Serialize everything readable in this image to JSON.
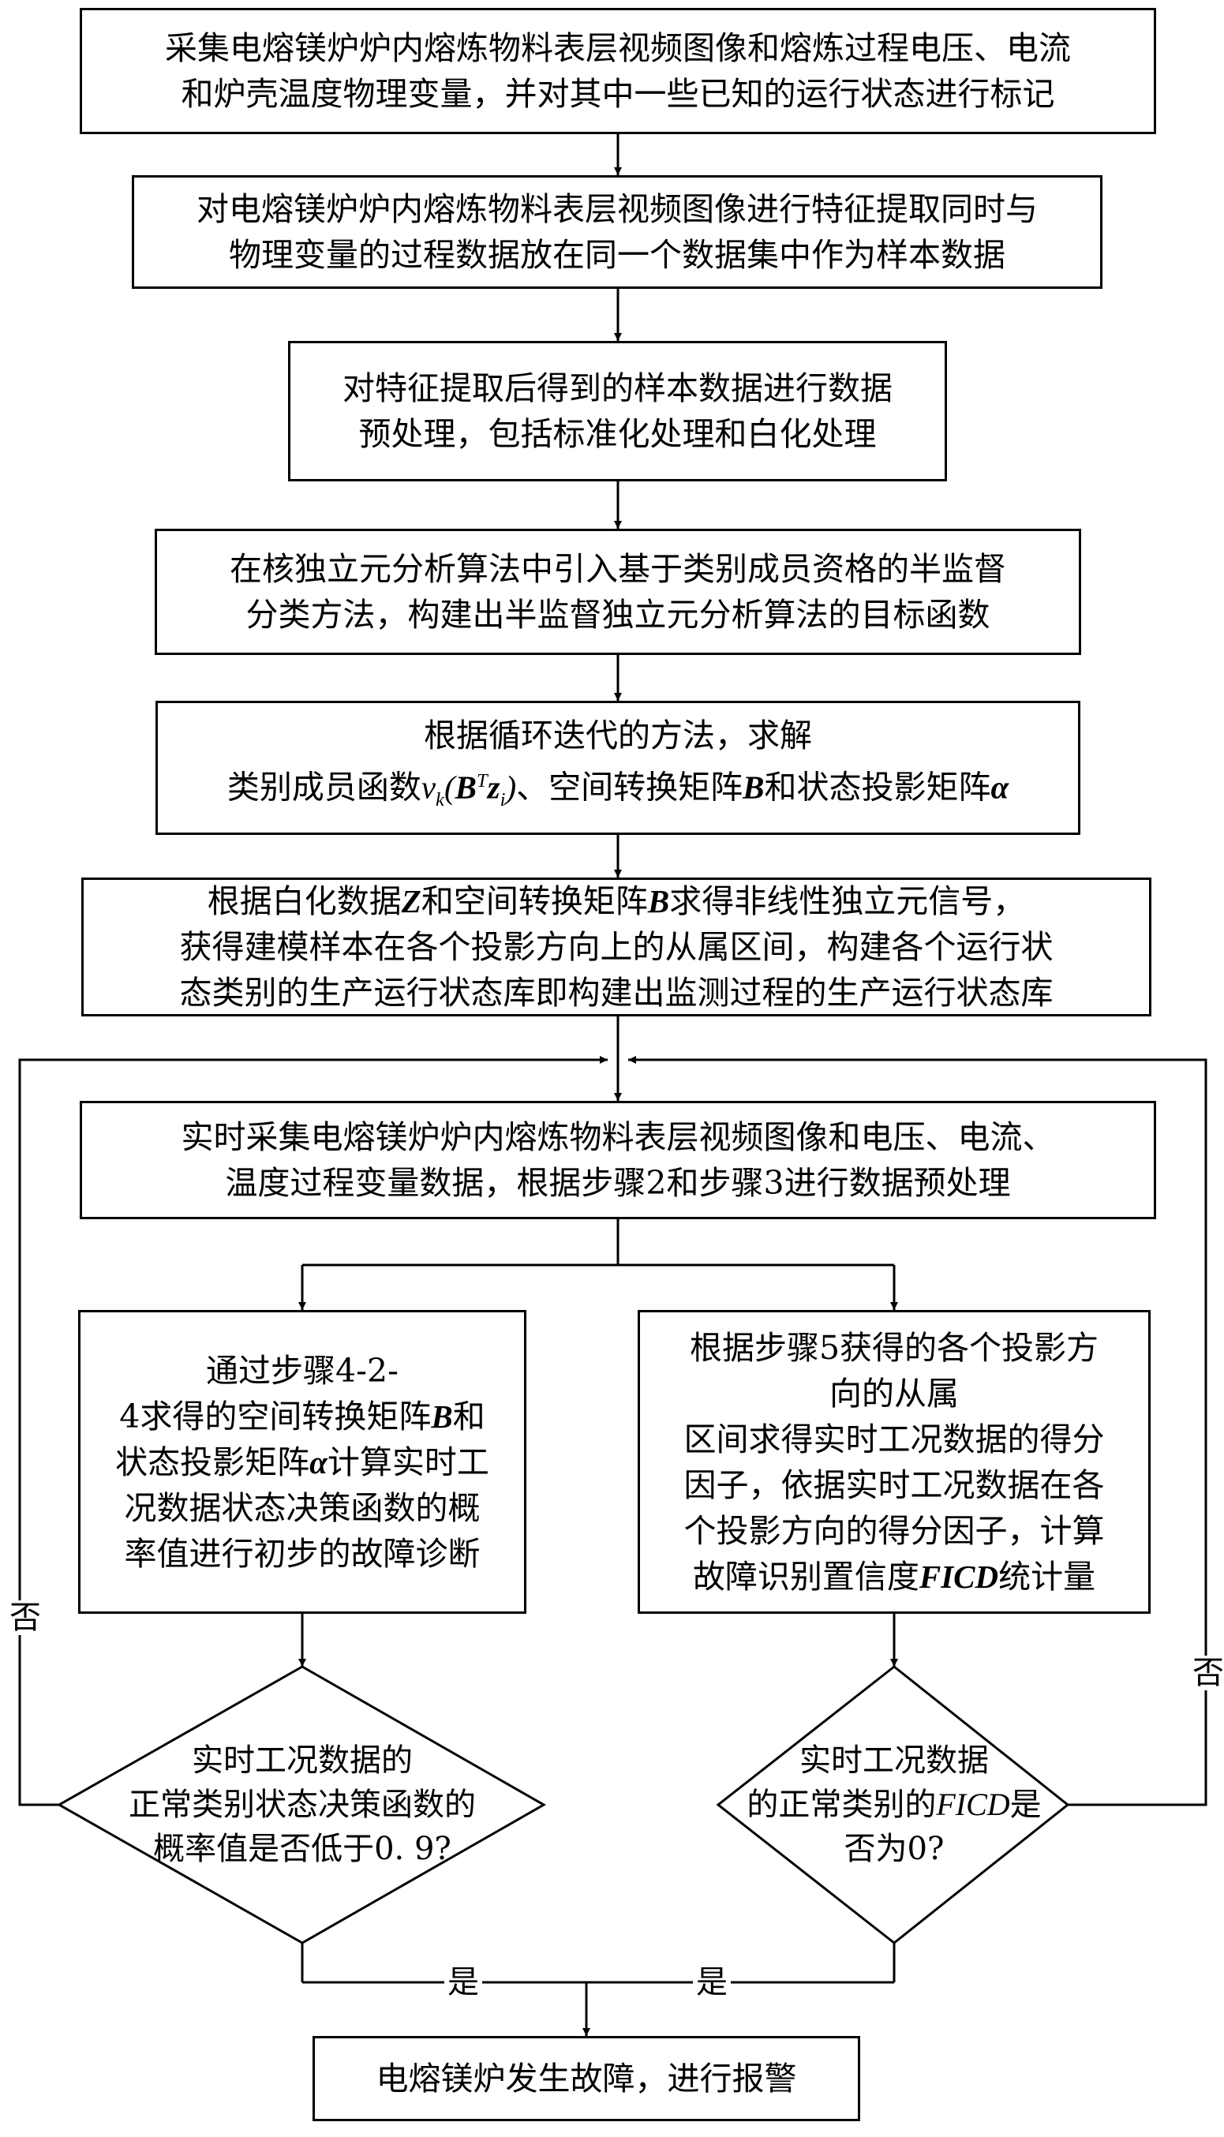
{
  "steps": {
    "step1": [
      "采集电熔镁炉炉内熔炼物料表层视频图像和熔炼过程电压、电流",
      "和炉壳温度物理变量，并对其中一些已知的运行状态进行标记"
    ],
    "step2": [
      "对电熔镁炉炉内熔炼物料表层视频图像进行特征提取同时与",
      "物理变量的过程数据放在同一个数据集中作为样本数据"
    ],
    "step3": [
      "对特征提取后得到的样本数据进行数据",
      "预处理，包括标准化处理和白化处理"
    ],
    "step4": [
      "在核独立元分析算法中引入基于类别成员资格的半监督",
      "分类方法，构建出半监督独立元分析算法的目标函数"
    ],
    "step5": {
      "line1": "根据循环迭代的方法，求解",
      "pre": "类别成员函数",
      "v": "v",
      "k": "k",
      "open": "(",
      "B": "B",
      "T": "T",
      "z": "z",
      "i": "i",
      "close": ")",
      "mid": "、空间转换矩阵",
      "B2": "B",
      "mid2": "和状态投影矩阵",
      "alpha": "α"
    },
    "step6": {
      "pre": "根据白化数据",
      "Z": "Z",
      "mid": "和空间转换矩阵",
      "B": "B",
      "post": "求得非线性独立元信号，",
      "line2": "获得建模样本在各个投影方向上的从属区间，构建各个运行状",
      "line3": "态类别的生产运行状态库即构建出监测过程的生产运行状态库"
    },
    "step7": [
      "实时采集电熔镁炉炉内熔炼物料表层视频图像和电压、电流、",
      "温度过程变量数据，根据步骤2和步骤3进行数据预处理"
    ],
    "left_box": {
      "l1": "通过步骤4-2-",
      "l2pre": "4求得的空间转换矩阵",
      "B": "B",
      "l2post": "和",
      "l3pre": "状态投影矩阵",
      "alpha": "α",
      "l3post": "计算实时工",
      "l4": "况数据状态决策函数的概",
      "l5": "率值进行初步的故障诊断"
    },
    "right_box": {
      "l1": "根据步骤5获得的各个投影方",
      "l2": "向的从属",
      "l3": "区间求得实时工况数据的得分",
      "l4": "因子，依据实时工况数据在各",
      "l5": "个投影方向的得分因子，计算",
      "l6pre": "故障识别置信度",
      "FICD": "FICD",
      "l6post": "统计量"
    },
    "left_decision": [
      "实时工况数据的",
      "正常类别状态决策函数的",
      "概率值是否低于0. 9?"
    ],
    "right_decision": {
      "l1": "实时工况数据",
      "l2pre": "的正常类别的",
      "FICD": "FICD",
      "l2post": "是",
      "l3": "否为0?"
    },
    "final": "电熔镁炉发生故障，进行报警"
  },
  "labels": {
    "yes_left": "是",
    "yes_right": "是",
    "no_left": "否",
    "no_right": "否"
  }
}
